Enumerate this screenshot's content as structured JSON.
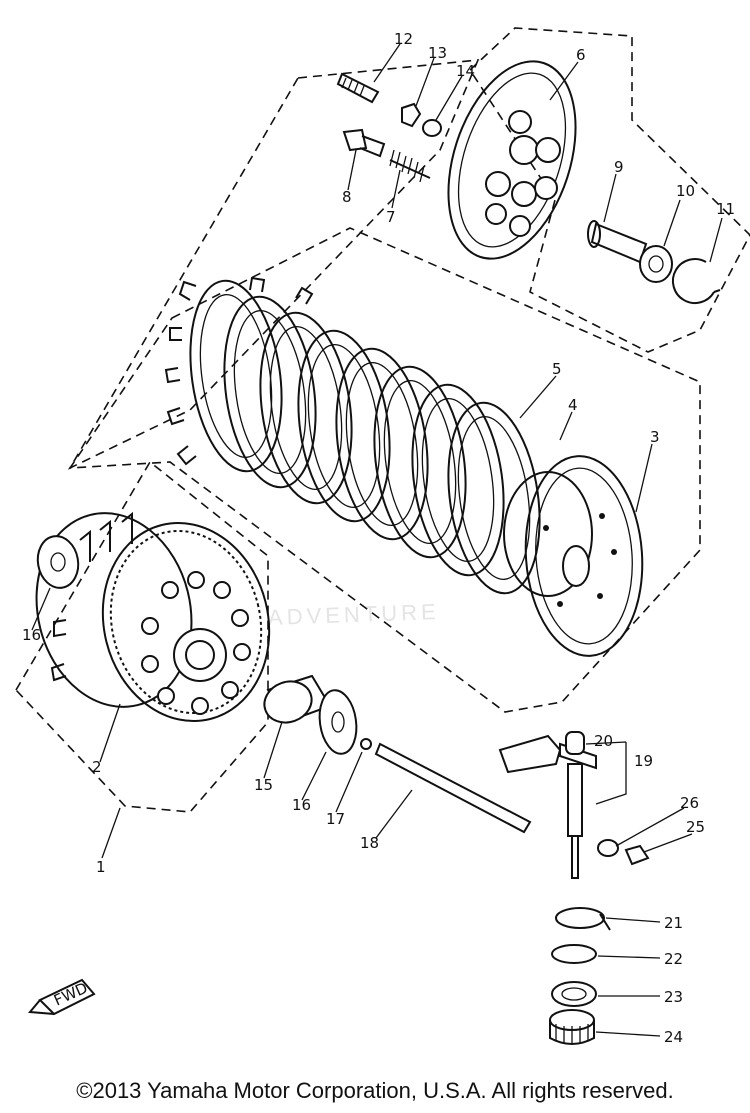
{
  "diagram": {
    "callouts": [
      "1",
      "2",
      "3",
      "4",
      "5",
      "6",
      "7",
      "8",
      "9",
      "10",
      "11",
      "12",
      "13",
      "14",
      "15",
      "16",
      "16",
      "17",
      "18",
      "19",
      "20",
      "21",
      "22",
      "23",
      "24",
      "25",
      "26"
    ],
    "direction_tag": "FWD"
  },
  "watermark": "ADVENTURE",
  "footer": {
    "copyright": "©2013 Yamaha Motor Corporation, U.S.A. All rights reserved."
  }
}
